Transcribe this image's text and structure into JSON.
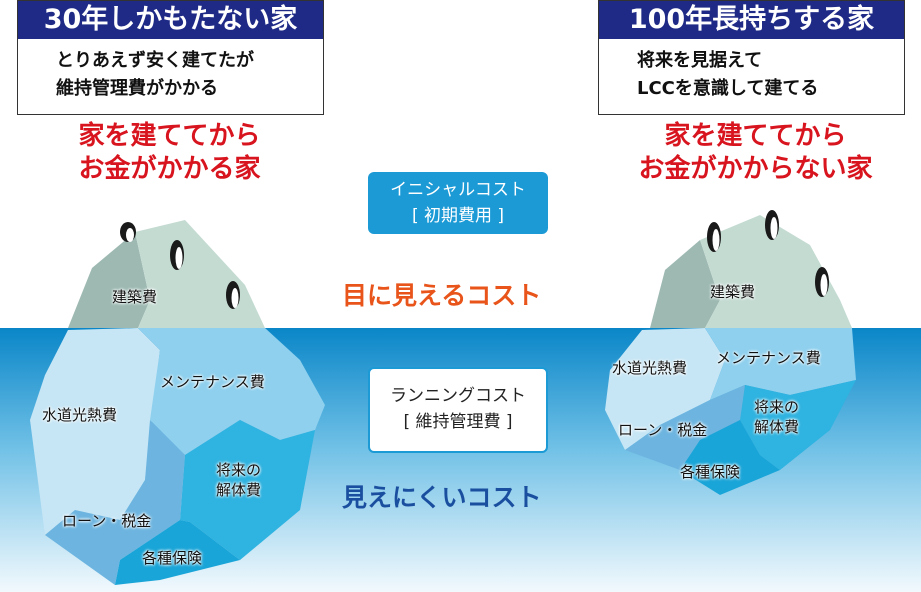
{
  "left": {
    "title": "30年しかもたない家",
    "desc_line1": "とりあえず安く建てたが",
    "desc_line2": "維持管理費がかかる",
    "red_line1": "家を建ててから",
    "red_line2": "お金がかかる家",
    "labels": {
      "construction": "建築費",
      "maintenance": "メンテナンス費",
      "utilities": "水道光熱費",
      "demolition_1": "将来の",
      "demolition_2": "解体費",
      "loan_tax": "ローン・税金",
      "insurance": "各種保険"
    }
  },
  "right": {
    "title": "100年長持ちする家",
    "desc_line1": "将来を見据えて",
    "desc_line2": "LCCを意識して建てる",
    "red_line1": "家を建ててから",
    "red_line2": "お金がかからない家",
    "labels": {
      "construction": "建築費",
      "maintenance": "メンテナンス費",
      "utilities": "水道光熱費",
      "demolition_1": "将来の",
      "demolition_2": "解体費",
      "loan_tax": "ローン・税金",
      "insurance": "各種保険"
    }
  },
  "center": {
    "initial_line1": "イニシャルコスト",
    "initial_line2": "[ 初期費用 ]",
    "visible": "目に見えるコスト",
    "running_line1": "ランニングコスト",
    "running_line2": "[ 維持管理費 ]",
    "hidden": "見えにくいコスト"
  },
  "colors": {
    "navy": "#1e2a86",
    "red": "#d8141e",
    "orange": "#e8541a",
    "blue_text": "#1a4fa0",
    "initial_box": "#1b9ad6",
    "water_top": "#0a86c8"
  }
}
